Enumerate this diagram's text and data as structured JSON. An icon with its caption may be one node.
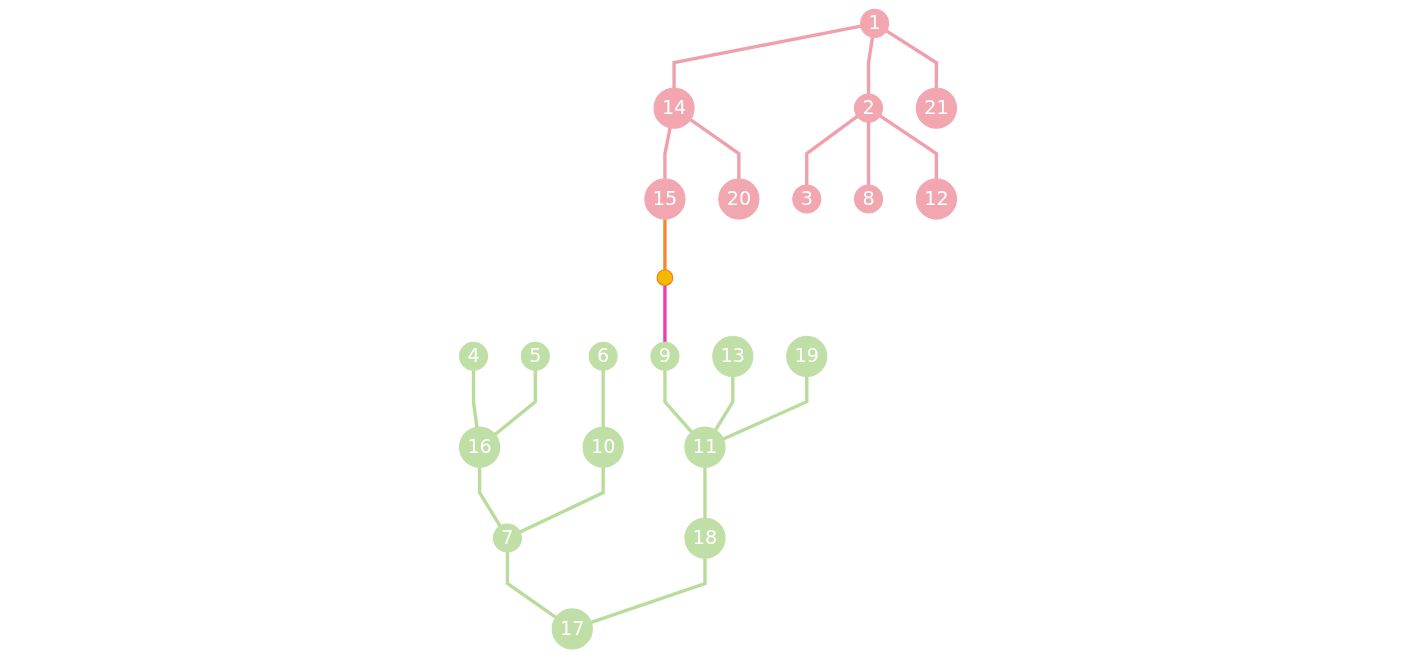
{
  "diagram": {
    "nodes": [
      {
        "text": [
          "1"
        ]
      },
      {
        "text": [
          "2"
        ]
      },
      {
        "text": [
          "14"
        ]
      },
      {
        "text": [
          "21"
        ]
      },
      {
        "text": [],
        "shape": "star"
      },
      {
        "text": [
          "15"
        ]
      },
      {
        "text": [
          "20"
        ]
      },
      {
        "text": [
          "3"
        ]
      },
      {
        "text": [
          "4"
        ]
      },
      {
        "text": [
          "5"
        ]
      },
      {
        "text": [
          "8"
        ]
      },
      {
        "text": [
          "6"
        ]
      },
      {
        "text": [
          "12"
        ]
      },
      {
        "text": [
          "9"
        ]
      },
      {
        "text": [
          "13"
        ]
      },
      {
        "text": [
          "19"
        ]
      },
      {
        "text": [
          "16"
        ]
      },
      {
        "text": [
          "10"
        ]
      },
      {
        "text": [
          "11"
        ]
      },
      {
        "text": [
          "7"
        ]
      },
      {
        "text": [
          "18"
        ]
      },
      {
        "text": [
          "17"
        ]
      }
    ],
    "edges": [
      {
        "from": 0,
        "to": 1,
        "arrow": "none",
        "color": "#f0a0ab"
      },
      {
        "from": 0,
        "to": 2,
        "arrow": "none",
        "color": "#f0a0ab"
      },
      {
        "from": 0,
        "to": 3,
        "arrow": "none",
        "color": "#f0a0ab"
      },
      {
        "from": 1,
        "to": 7,
        "arrow": "none",
        "color": "#f0a0ab"
      },
      {
        "from": 1,
        "to": 10,
        "arrow": "none",
        "color": "#f0a0ab"
      },
      {
        "from": 1,
        "to": 12,
        "arrow": "none",
        "color": "#f0a0ab"
      },
      {
        "from": 2,
        "to": 5,
        "arrow": "none",
        "color": "#f0a0ab"
      },
      {
        "from": 2,
        "to": 6,
        "arrow": "none",
        "color": "#f0a0ab"
      },
      {
        "from": 5,
        "to": 4,
        "arrow": "none",
        "color": "#f08a2c"
      },
      {
        "from": 4,
        "to": 13,
        "arrow": "none",
        "color": "#e83fb5"
      },
      {
        "from": 8,
        "to": 16,
        "arrow": "none"
      },
      {
        "from": 9,
        "to": 16,
        "arrow": "none"
      },
      {
        "from": 11,
        "to": 17,
        "arrow": "none"
      },
      {
        "from": 13,
        "to": 18,
        "arrow": "none"
      },
      {
        "from": 14,
        "to": 18,
        "arrow": "none"
      },
      {
        "from": 15,
        "to": 18,
        "arrow": "none"
      },
      {
        "from": 16,
        "to": 19,
        "arrow": "none"
      },
      {
        "from": 17,
        "to": 19,
        "arrow": "none"
      },
      {
        "from": 18,
        "to": 20,
        "arrow": "none"
      },
      {
        "from": 19,
        "to": 21,
        "arrow": "none"
      },
      {
        "from": 20,
        "to": 21,
        "arrow": "none"
      }
    ]
  }
}
